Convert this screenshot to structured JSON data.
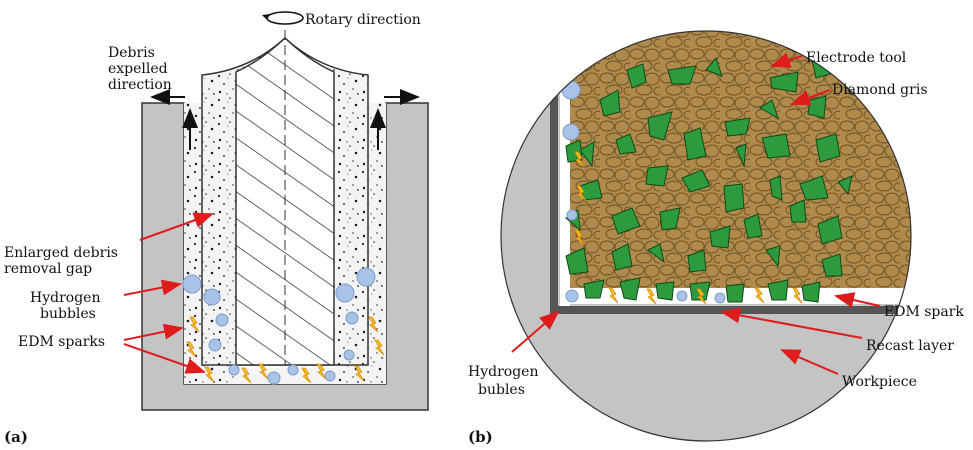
{
  "panel_a": {
    "label": "(a)",
    "rotary": "Rotary direction",
    "debris_line1": "Debris",
    "debris_line2": "expelled",
    "debris_line3": "direction",
    "gap_line1": "Enlarged debris",
    "gap_line2": "removal gap",
    "hyd_line1": "Hydrogen",
    "hyd_line2": "bubbles",
    "sparks": "EDM sparks"
  },
  "panel_b": {
    "label": "(b)",
    "electrode": "Electrode tool",
    "diamond": "Diamond gris",
    "edm_spark": "EDM spark",
    "recast": "Recast layer",
    "workpiece": "Workpiece",
    "hyd_line1": "Hydrogen",
    "hyd_line2": "bubles"
  },
  "colors": {
    "workpiece": "#c4c4c4",
    "electrode": "#b08a4a",
    "diamond": "#2e9a3e",
    "bubble": "#a9c3e8",
    "spark": "#f2c418",
    "arrow": "#e01b1b"
  }
}
